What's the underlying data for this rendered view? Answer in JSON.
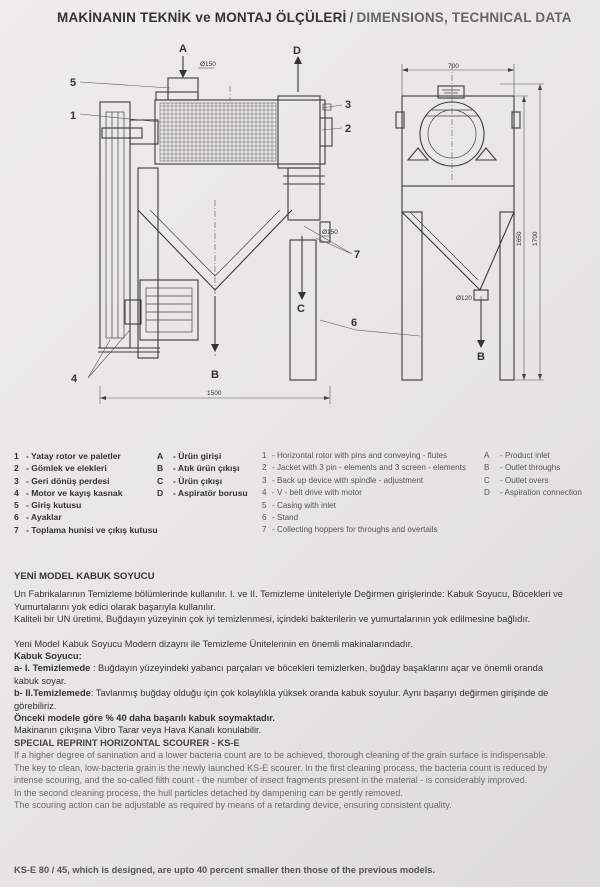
{
  "header": {
    "title_tr": "MAKİNANIN TEKNİK ve MONTAJ ÖLÇÜLERİ",
    "separator": "/",
    "title_en": "DIMENSIONS, TECHNICAL DATA"
  },
  "drawing": {
    "callouts": {
      "A": "A",
      "B": "B",
      "C": "C",
      "D": "D",
      "n1": "1",
      "n2": "2",
      "n3": "3",
      "n4": "4",
      "n5": "5",
      "n6": "6",
      "n7": "7"
    },
    "dims": {
      "d150a": "Ø150",
      "d150b": "Ø150",
      "d120": "Ø120",
      "w1500": "1500",
      "w700": "700",
      "h1650": "1650",
      "h1700": "1700"
    }
  },
  "legend_tr_numbers": [
    {
      "k": "1",
      "t": "- Yatay rotor ve paletler"
    },
    {
      "k": "2",
      "t": "- Gömlek ve elekleri"
    },
    {
      "k": "3",
      "t": "- Geri dönüş perdesi"
    },
    {
      "k": "4",
      "t": "- Motor ve kayış kasnak"
    },
    {
      "k": "5",
      "t": "- Giriş kutusu"
    },
    {
      "k": "6",
      "t": "- Ayaklar"
    },
    {
      "k": "7",
      "t": "- Toplama hunisi ve çıkış kutusu"
    }
  ],
  "legend_tr_letters": [
    {
      "k": "A",
      "t": "- Ürün girişi"
    },
    {
      "k": "B",
      "t": "- Atık ürün çıkışı"
    },
    {
      "k": "C",
      "t": "- Ürün çıkışı"
    },
    {
      "k": "D",
      "t": "- Aspiratör borusu"
    }
  ],
  "legend_en_numbers": [
    {
      "k": "1",
      "t": "- Horizontal rotor with pins and conveying - flutes"
    },
    {
      "k": "2",
      "t": "- Jacket with 3 pin - elements and 3 screen - elements"
    },
    {
      "k": "3",
      "t": "- Back up device with spindle - adjustment"
    },
    {
      "k": "4",
      "t": "- V - belt drive with motor"
    },
    {
      "k": "5",
      "t": "- Casing with inlet"
    },
    {
      "k": "6",
      "t": "- Stand"
    },
    {
      "k": "7",
      "t": "- Collecting hoppers for throughs and overtails"
    }
  ],
  "legend_en_letters": [
    {
      "k": "A",
      "t": "- Product inlet"
    },
    {
      "k": "B",
      "t": "- Outlet throughs"
    },
    {
      "k": "C",
      "t": "- Outlet overs"
    },
    {
      "k": "D",
      "t": "- Aspiration connection"
    }
  ],
  "text": {
    "heading": "YENİ MODEL KABUK SOYUCU",
    "p1_l1": "Un Fabrikalarının Temizleme bölümlerinde kullanılır. I. ve II. Temizleme üniteleriyle Değirmen girişlerinde: Kabuk Soyucu, Böcekleri ve",
    "p1_l2": "Yumurtalarını yok edici olarak başarıyla kullanılır.",
    "p1_l3": "Kaliteli bir UN üretimi, Buğdayın yüzeyinin çok iyi temizlenmesi, içindeki bakterilerin ve yumurtalarının yok edilmesine  bağlıdır.",
    "p2_l1": "Yeni Model Kabuk Soyucu Modern dizaynı ile Temizleme Ünitelerinin en önemli makinalarındadır.",
    "p2_h": "Kabuk Soyucu:",
    "p2_a_lbl": "a- I. Temizlemede",
    "p2_a_txt": " : Buğdayın yüzeyindeki yabancı parçaları ve böcekleri temizlerken, buğday başaklarını açar ve önemli oranda",
    "p2_a_l2": "kabuk soyar.",
    "p2_b_lbl": "b- II.Temizlemede",
    "p2_b_txt": ": Tavlanmış buğday olduğu için çok kolaylıkla yüksek oranda kabuk soyulur. Aynı başarıyı değirmen girişinde de",
    "p2_b_l2": "görebiliriz.",
    "p3_bold": "Önceki modele göre % 40 daha başarılı kabuk soymaktadır.",
    "p3_l2": "Makinanın çıkışına Vibro Tarar veya Hava Kanalı konulabilir.",
    "en_heading": "SPECIAL REPRINT HORIZONTAL SCOURER  -  KS-E",
    "en_l1": "If a higher degree of sanination and a lower bacteria count are to be achieved, thorough cleaning of the grain surface is indispensable.",
    "en_l2": "The key to clean, low-bacteria grain is the newly launched KS-E scourer. In the first cleaning process, the bacteria count is reduced by",
    "en_l3": "intense scouring, and the so-called filth count - the number of insect fragments present in the material - is considerably improved.",
    "en_l4": "In the second cleaning process, the hull particles detached by dampening can be gently removed.",
    "en_l5": "The scouring action can be adjustable as required by means of a retarding device, ensuring consistent quality.",
    "footer": "KS-E  80 / 45, which is designed, are upto 40 percent smaller then those of the previous models."
  }
}
